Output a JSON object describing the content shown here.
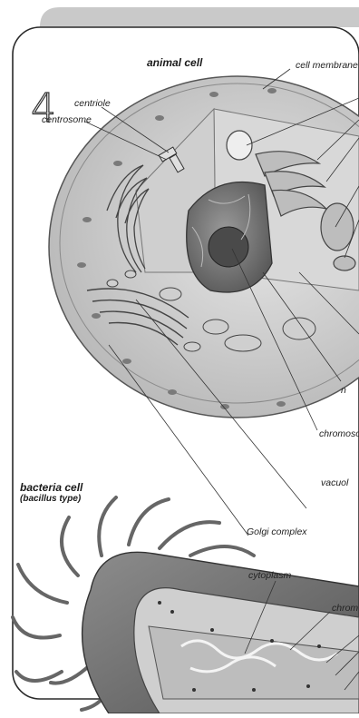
{
  "page_number": "4",
  "animal_cell": {
    "title": "animal cell",
    "labels": {
      "cell_membrane": "cell membrane",
      "centriole": "centriole",
      "centrosome": "centrosome",
      "chromosome": "chromoso",
      "nucleolus_partial": "n",
      "vacuole": "vacuol",
      "golgi_complex": "Golgi complex"
    }
  },
  "bacteria_cell": {
    "title": "bacteria cell",
    "subtitle": "(bacillus type)",
    "labels": {
      "cytoplasm": "cytoplasm",
      "chromosome": "chrom"
    }
  }
}
